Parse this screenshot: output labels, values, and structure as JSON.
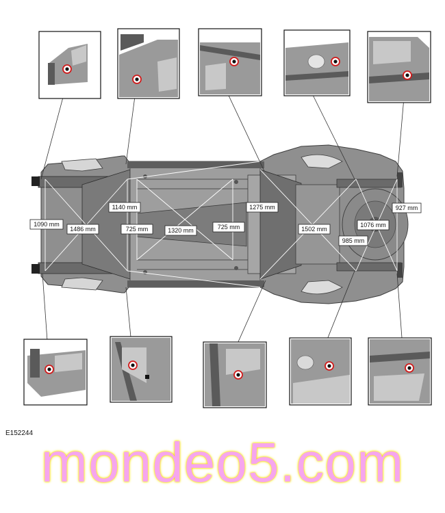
{
  "figure_id": "E152244",
  "watermark": "mondeo5.com",
  "colors": {
    "body": "#8c8c8c",
    "body_dark": "#555555",
    "ring": "#d11a1a",
    "watermark": "#f6a6ee",
    "watermark_glow": "#f6e000"
  },
  "dimensions": [
    {
      "id": "dim-1090",
      "label": "1090 mm"
    },
    {
      "id": "dim-1486",
      "label": "1486 mm"
    },
    {
      "id": "dim-1140",
      "label": "1140 mm"
    },
    {
      "id": "dim-725a",
      "label": "725 mm"
    },
    {
      "id": "dim-1320",
      "label": "1320 mm"
    },
    {
      "id": "dim-725b",
      "label": "725 mm"
    },
    {
      "id": "dim-1275",
      "label": "1275 mm"
    },
    {
      "id": "dim-1502",
      "label": "1502 mm"
    },
    {
      "id": "dim-1076",
      "label": "1076 mm"
    },
    {
      "id": "dim-985",
      "label": "985 mm"
    },
    {
      "id": "dim-927",
      "label": "927 mm"
    }
  ],
  "insets": [
    {
      "id": "inset-front-left-rail",
      "icon": "reference-hole-icon"
    },
    {
      "id": "inset-front-left-floor",
      "icon": "reference-hole-icon"
    },
    {
      "id": "inset-center-left-sill",
      "icon": "reference-hole-icon"
    },
    {
      "id": "inset-rear-left-floor",
      "icon": "reference-hole-icon"
    },
    {
      "id": "inset-rear-left-rail",
      "icon": "reference-hole-icon"
    },
    {
      "id": "inset-front-right-rail",
      "icon": "reference-hole-icon"
    },
    {
      "id": "inset-front-right-floor",
      "icon": "reference-hole-icon"
    },
    {
      "id": "inset-center-right-sill",
      "icon": "reference-hole-icon"
    },
    {
      "id": "inset-rear-right-floor",
      "icon": "reference-hole-icon"
    },
    {
      "id": "inset-rear-right-rail",
      "icon": "reference-hole-icon"
    }
  ]
}
